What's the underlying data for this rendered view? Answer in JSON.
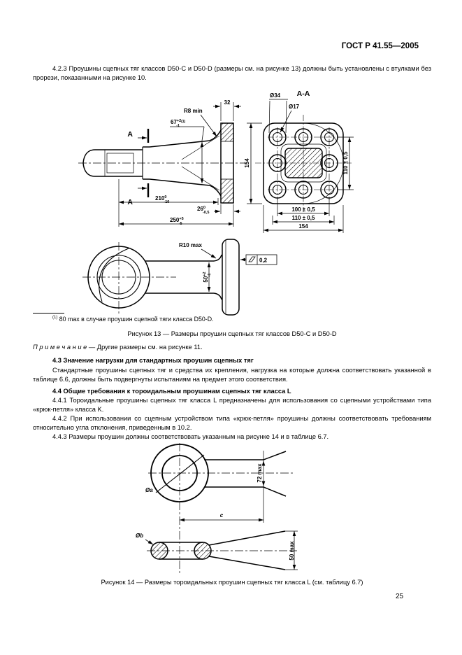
{
  "doc": {
    "header": "ГОСТ Р 41.55—2005",
    "page_number": "25"
  },
  "text": {
    "p423": "4.2.3 Проушины сцепных тяг классов D50-C и D50-D (размеры см. на рисунке 13) должны быть установлены с втулками без прорези, показанными на рисунке 10.",
    "footnote_marker": "(1)",
    "footnote": " 80 max в случае проушин сцепной тяги класса D50-D.",
    "fig13_caption": "Рисунок 13 — Размеры проушин сцепных тяг классов D50-C и D50-D",
    "note_label": "П р и м е ч а н и е",
    "note_text": " — Другие размеры см. на рисунке 11.",
    "h43": "4.3 Значение нагрузки для стандартных проушин сцепных тяг",
    "p43": "Стандартные проушины сцепных тяг и средства их крепления, нагрузка на которые должна соответствовать указанной в таблице 6.6, должны быть подвергнуты испытаниям на предмет этого соответствия.",
    "h44": "4.4 Общие требования к тороидальным проушинам сцепных тяг класса L",
    "p441": "4.4.1 Тороидальные проушины сцепных тяг класса L предназначены для использования со сцепными устройствами типа «крюк-петля» класса K.",
    "p442": "4.4.2 При использовании со сцепным устройством типа «крюк-петля» проушины должны соответствовать требованиям относительно угла отклонения, приведенным в 10.2.",
    "p443": "4.4.3 Размеры проушин должны соответствовать указанным на рисунке 14 и в таблице 6.7.",
    "fig14_caption": "Рисунок 14 — Размеры тороидальных проушин сцепных тяг класса L (см. таблицу 6.7)"
  },
  "fig13": {
    "section_title": "А-А",
    "section_marker": "А",
    "r8": "R8 min",
    "dim67": {
      "v": "67",
      "up": "+2",
      "dn": "-1",
      "note": "(1)"
    },
    "w32": "32",
    "dim210": {
      "v": "210",
      "up": "0",
      "dn": "-10"
    },
    "dim26": {
      "v": "26",
      "up": "0",
      "dn": "-0,5"
    },
    "dim250": {
      "v": "250",
      "up": "+5",
      "dn": "-5"
    },
    "dia34": "Ø34",
    "dia17": "Ø17",
    "h154": "154",
    "v110": "110 ± 0,5",
    "w100": "100 ± 0,5",
    "w110": "110 ± 0,5",
    "w154": "154",
    "r10": "R10 max",
    "dim50": {
      "v": "50",
      "up": "+2",
      "dn": "-1"
    },
    "flatness": "0,2"
  },
  "fig14": {
    "dia_a": "Øа",
    "h72": "72 max",
    "c": "c",
    "dia_b": "Øb",
    "h50": "50 max"
  }
}
